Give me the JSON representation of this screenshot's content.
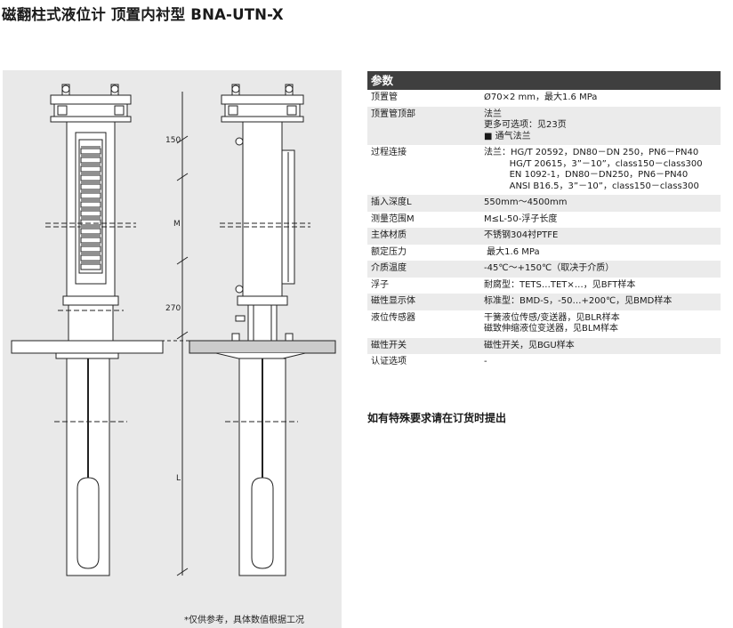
{
  "title": "磁翻柱式液位计 顶置内衬型 BNA-UTN-X",
  "drawing": {
    "dim_150": "150",
    "dim_m": "M",
    "dim_270": "270",
    "dim_l": "L",
    "footnote": "*仅供参考，具体数值根据工况"
  },
  "params": {
    "header": "参数",
    "rows": [
      {
        "label": "顶置管",
        "lines": [
          "Ø70×2 mm，最大1.6 MPa"
        ]
      },
      {
        "label": "顶置管顶部",
        "lines": [
          "法兰",
          "更多可选项：见23页",
          "■ 通气法兰"
        ]
      },
      {
        "label": "过程连接",
        "lines": [
          "法兰：HG/T 20592，DN80－DN 250，PN6－PN40",
          "         HG/T 20615，3”－10”，class150－class300",
          "         EN 1092-1，DN80－DN250，PN6－PN40",
          "         ANSI B16.5，3”－10”，class150－class300"
        ]
      },
      {
        "label": "插入深度L",
        "lines": [
          "550mm～4500mm"
        ]
      },
      {
        "label": "测量范围M",
        "lines": [
          "M≤L-50-浮子长度"
        ]
      },
      {
        "label": "主体材质",
        "lines": [
          "不锈钢304衬PTFE"
        ]
      },
      {
        "label": "额定压力",
        "lines": [
          " 最大1.6 MPa"
        ]
      },
      {
        "label": "介质温度",
        "lines": [
          "-45℃～+150℃（取决于介质）"
        ]
      },
      {
        "label": "浮子",
        "lines": [
          "耐腐型：TETS…TET×…，见BFT样本"
        ]
      },
      {
        "label": "磁性显示体",
        "lines": [
          "标准型：BMD-S，-50…+200℃，见BMD样本"
        ]
      },
      {
        "label": "液位传感器",
        "lines": [
          "干簧液位传感/变送器，见BLR样本",
          "磁致伸缩液位变送器，见BLM样本"
        ]
      },
      {
        "label": "磁性开关",
        "lines": [
          "磁性开关，见BGU样本"
        ]
      },
      {
        "label": "认证选项",
        "lines": [
          "-"
        ]
      }
    ],
    "note": "如有特殊要求请在订货时提出"
  }
}
